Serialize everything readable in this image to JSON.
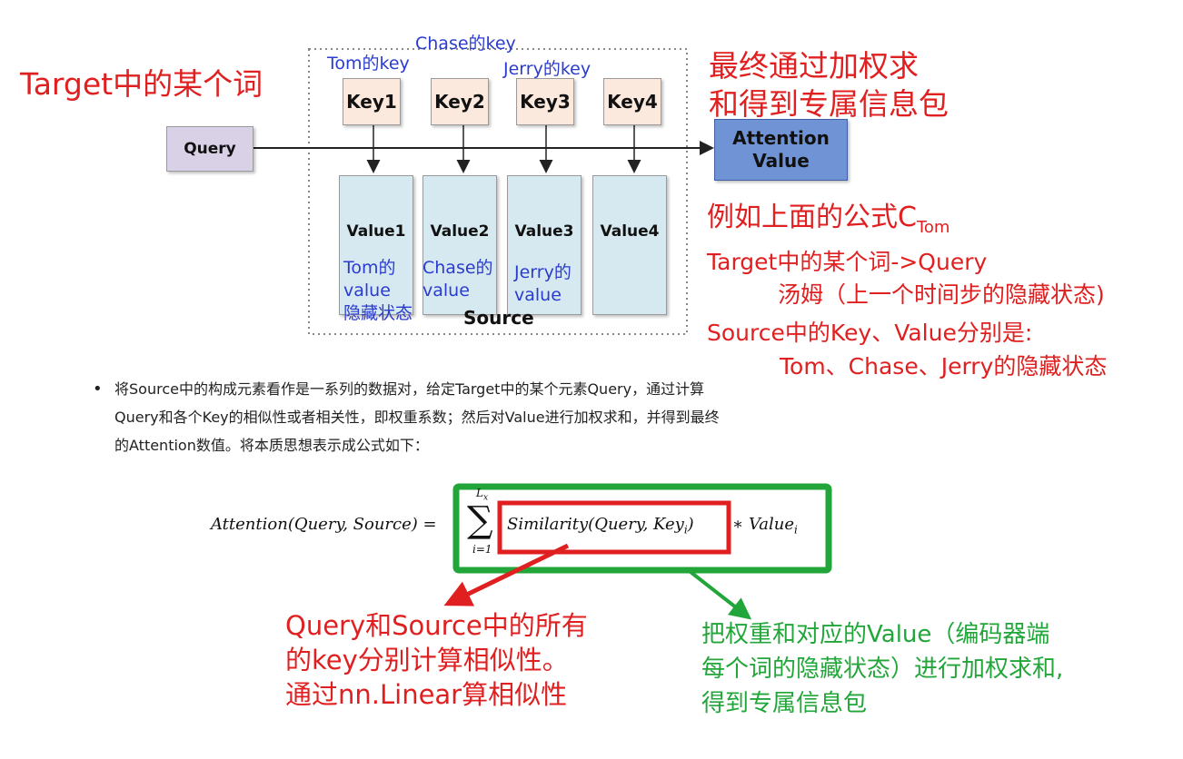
{
  "diagram": {
    "keys": [
      "Key1",
      "Key2",
      "Key3",
      "Key4"
    ],
    "values": [
      "Value1",
      "Value2",
      "Value3",
      "Value4"
    ],
    "query": "Query",
    "attention_line1": "Attention",
    "attention_line2": "Value",
    "source": "Source"
  },
  "labels": {
    "tom_key": "Tom的key",
    "chase_key": "Chase的key",
    "jerry_key": "Jerry的key",
    "tom_value": [
      "Tom的",
      "value",
      "隐藏状态"
    ],
    "chase_value": [
      "Chase的",
      "value"
    ],
    "jerry_value": [
      "Jerry的",
      "value"
    ]
  },
  "annotations": {
    "target_word": "Target中的某个词",
    "weighted_sum": [
      "最终通过加权求",
      "和得到专属信息包"
    ],
    "example_prefix": "例如上面的公式C",
    "example_sub": "Tom",
    "target_query": "Target中的某个词->Query",
    "tom_state": "汤姆（上一个时间步的隐藏状态)",
    "source_kv": "Source中的Key、Value分别是:",
    "states": "Tom、Chase、Jerry的隐藏状态"
  },
  "bullet": [
    "将Source中的构成元素看作是一系列的数据对，给定Target中的某个元素Query，通过计算",
    "Query和各个Key的相似性或者相关性，即权重系数；然后对Value进行加权求和，并得到最终",
    "的Attention数值。将本质思想表示成公式如下："
  ],
  "formula": {
    "lhs": "Attention(Query, Source) =",
    "sum_upper": "L",
    "sum_upper_sub": "x",
    "sum_lower": "i=1",
    "similarity": "Similarity(Query, Key",
    "similarity_sub": "i",
    "similarity_end": ")",
    "times_value": "∗ Value",
    "value_sub": "i"
  },
  "notes": {
    "red": [
      "Query和Source中的所有",
      "的key分别计算相似性。",
      "通过nn.Linear算相似性"
    ],
    "green": [
      "把权重和对应的Value（编码器端",
      "每个词的隐藏状态）进行加权求和,",
      "得到专属信息包"
    ]
  },
  "colors": {
    "annotation_red": "#e02020",
    "label_blue": "#2a3bd0",
    "note_green": "#22a63a",
    "key_fill": "#fbe9dd",
    "value_fill": "#d6e9f0",
    "query_fill": "#d9d2e6",
    "attention_fill": "#6f93d4"
  }
}
